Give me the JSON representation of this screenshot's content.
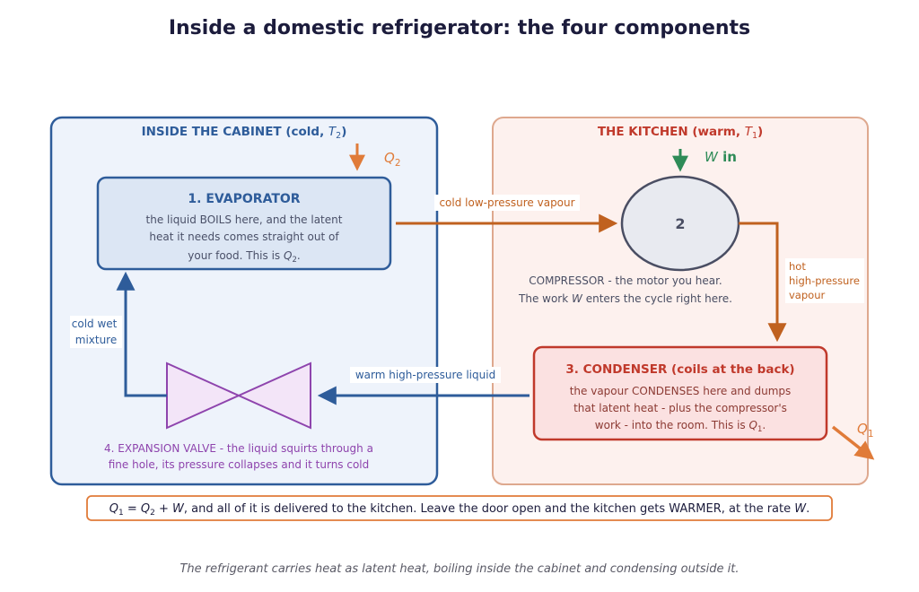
{
  "title": "Inside a domestic refrigerator: the four components",
  "cabinet": {
    "heading": "INSIDE THE CABINET  (cold, ",
    "sym_main": "T",
    "sym_sub": "2",
    "heading_end": ")"
  },
  "kitchen": {
    "heading": "THE KITCHEN  (warm, ",
    "sym_main": "T",
    "sym_sub": "1",
    "heading_end": ")"
  },
  "q2_label": {
    "main": "Q",
    "sub": "2"
  },
  "q1_label": {
    "main": "Q",
    "sub": "1"
  },
  "w_label": {
    "sym": "W",
    "text": " in"
  },
  "evaporator": {
    "title": "1. EVAPORATOR",
    "line1": "the liquid BOILS here, and the latent",
    "line2": "heat it needs comes straight out of",
    "line3": "your food. This is ",
    "line3_sym": "Q",
    "line3_sub": "2",
    "line3_end": "."
  },
  "compressor": {
    "number": "2",
    "line1": "COMPRESSOR - the motor you hear.",
    "line2_a": "The work ",
    "line2_sym": "W",
    "line2_b": " enters the cycle right here."
  },
  "condenser": {
    "title": "3. CONDENSER  (coils at the back)",
    "line1": "the vapour CONDENSES here and dumps",
    "line2": "that latent heat - plus the compressor's",
    "line3": "work - into the room. This is ",
    "line3_sym": "Q",
    "line3_sub": "1",
    "line3_end": "."
  },
  "valve": {
    "line1": "4. EXPANSION VALVE - the liquid squirts through a",
    "line2": "fine hole, its pressure collapses and it turns cold"
  },
  "flows": {
    "cold_vapour": "cold low-pressure vapour",
    "hot_vapour": [
      "hot",
      "high-pressure",
      "vapour"
    ],
    "warm_liquid": "warm high-pressure liquid",
    "cold_mixture": [
      "cold wet",
      "mixture"
    ]
  },
  "equation": {
    "q1": "Q",
    "q1_sub": "1",
    "eq": " = ",
    "q2": "Q",
    "q2_sub": "2",
    "plus": " + ",
    "w": "W",
    "text": ", and all of it is delivered to the kitchen. Leave the door open and the kitchen gets WARMER, at the rate ",
    "w2": "W",
    "end": "."
  },
  "caption": "The refrigerant carries heat as latent heat, boiling inside the cabinet and condensing outside it.",
  "colors": {
    "cabinet_border": "#2e5c9a",
    "cabinet_fill": "#eef3fb",
    "kitchen_border": "#dea88e",
    "kitchen_fill": "#fdf1ee",
    "evaporator_fill": "#dce6f4",
    "condenser_border": "#c0392b",
    "condenser_fill": "#fbe1e1",
    "valve": "#8e44ad",
    "valve_fill": "#f3e5f8",
    "flow_warm": "#c0611f",
    "flow_heat": "#e07b39",
    "flow_cold": "#2e5c9a",
    "work": "#2e8b57",
    "compressor_fill": "#e8eaf0",
    "compressor_border": "#4a4e63",
    "title": "#1c1c3c"
  }
}
